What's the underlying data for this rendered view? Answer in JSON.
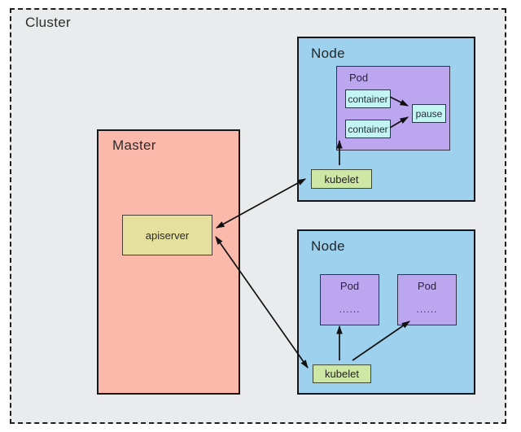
{
  "cluster": {
    "label": "Cluster"
  },
  "master": {
    "label": "Master",
    "apiserver": {
      "label": "apiserver"
    }
  },
  "nodes": [
    {
      "label": "Node",
      "pod": {
        "label": "Pod",
        "containers": [
          "container",
          "container"
        ],
        "pause_label": "pause"
      },
      "kubelet_label": "kubelet"
    },
    {
      "label": "Node",
      "pods": [
        {
          "label": "Pod",
          "dots": "......"
        },
        {
          "label": "Pod",
          "dots": "......"
        }
      ],
      "kubelet_label": "kubelet"
    }
  ],
  "colors": {
    "cluster_bg": "#e9ebec",
    "master_bg": "#fbb9ac",
    "apiserver_bg": "#e6e09e",
    "node_bg": "#9dd1ed",
    "pod_bg": "#bda6f0",
    "container_bg": "#c3f5f3",
    "kubelet_bg": "#cfe7a5",
    "arrow": "#111111"
  }
}
